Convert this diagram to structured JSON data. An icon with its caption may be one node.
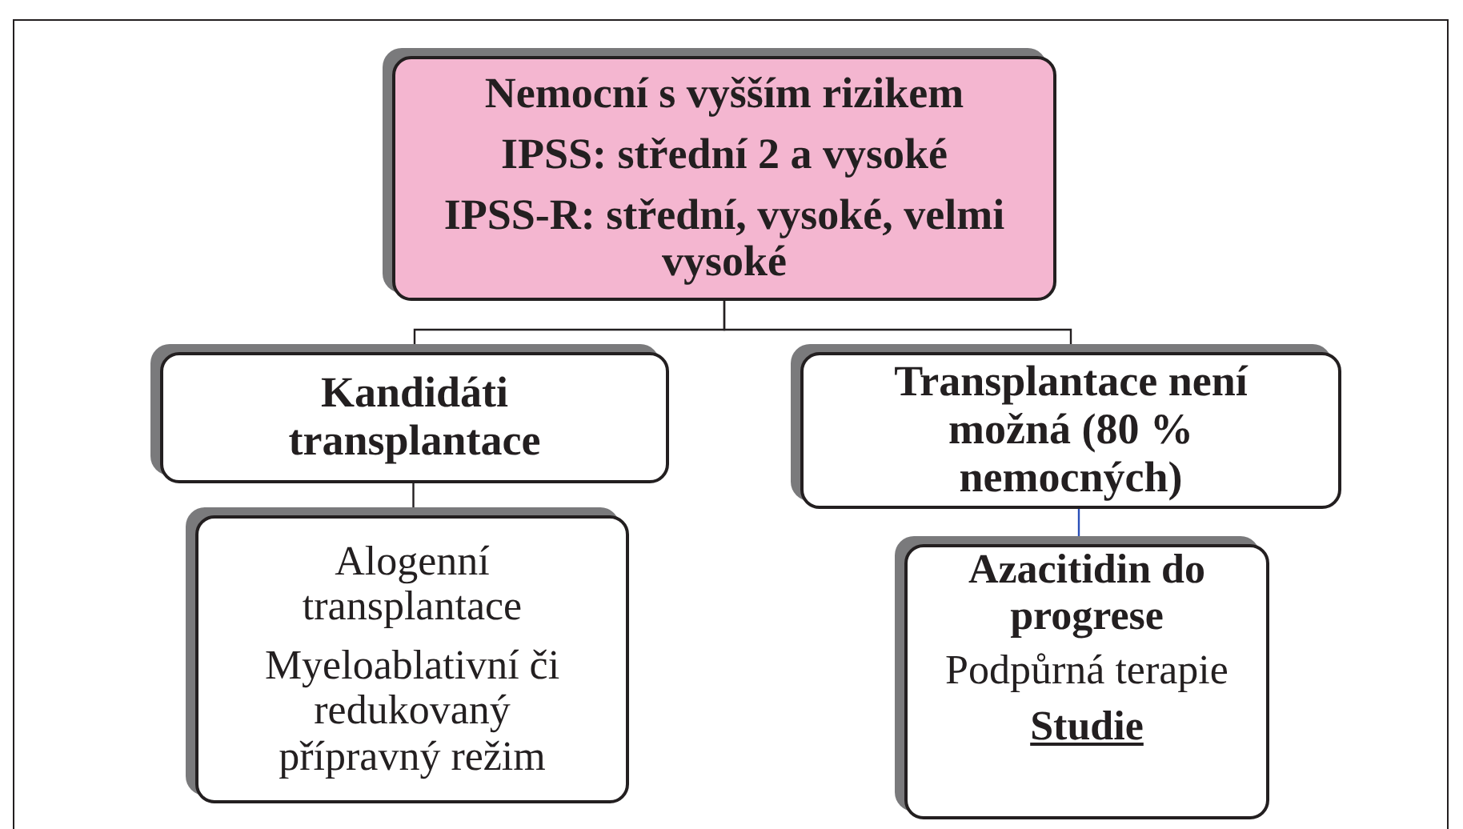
{
  "diagram": {
    "nodes": [
      {
        "text": [
          "Nemocní s vyšším rizikem",
          "IPSS: střední 2 a vysoké",
          "IPSS-R: střední, vysoké, velmi vysoké"
        ]
      },
      {
        "text": [
          "Kandidáti transplantace"
        ]
      },
      {
        "text": [
          "Transplantace není možná (80 % nemocných)"
        ]
      },
      {
        "text": [
          "Alogenní transplantace",
          "Myeloablativní či redukovaný přípravný režim"
        ]
      },
      {
        "text": [
          "Azacitidin do progrese",
          "Podpůrná terapie",
          "Studie"
        ]
      }
    ],
    "edges": [
      {
        "from": 0,
        "to": 1,
        "arrow": "none"
      },
      {
        "from": 0,
        "to": 2,
        "arrow": "none"
      },
      {
        "from": 1,
        "to": 3,
        "arrow": "none"
      },
      {
        "from": 2,
        "to": 4,
        "arrow": "none",
        "color": "#2a4fb8"
      }
    ]
  }
}
